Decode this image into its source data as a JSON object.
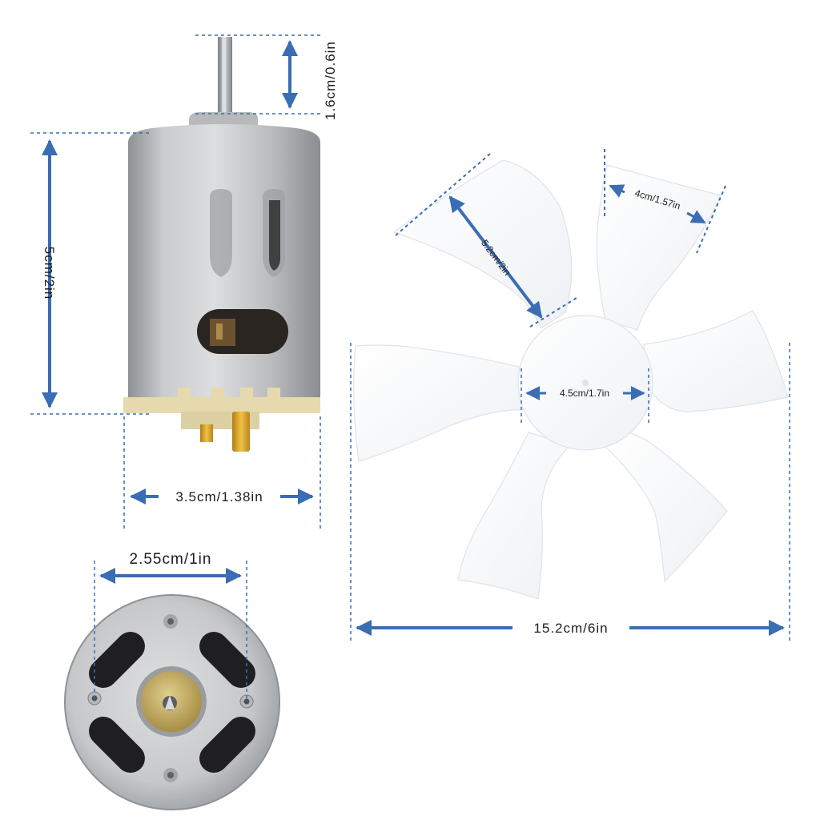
{
  "colors": {
    "dimension_blue": "#3a6db3",
    "motor_silver": "#c5c7c9",
    "terminal_gold": "#d4a22a",
    "plastic_cream": "#e8dcb0",
    "fan_white": "#f4f6f8"
  },
  "dimensions": {
    "shaft_length": "1.6cm/0.6in",
    "motor_height": "5cm/2in",
    "motor_width": "3.5cm/1.38in",
    "mount_spacing": "2.55cm/1in",
    "blade_length": "5.2cm/2in",
    "blade_width": "4cm/1.57in",
    "hub_diameter": "4.5cm/1.7in",
    "fan_diameter": "15.2cm/6in"
  },
  "icons": {
    "motor_side": "dc-motor-side-view",
    "motor_end": "dc-motor-end-view",
    "fan": "six-blade-fan"
  }
}
